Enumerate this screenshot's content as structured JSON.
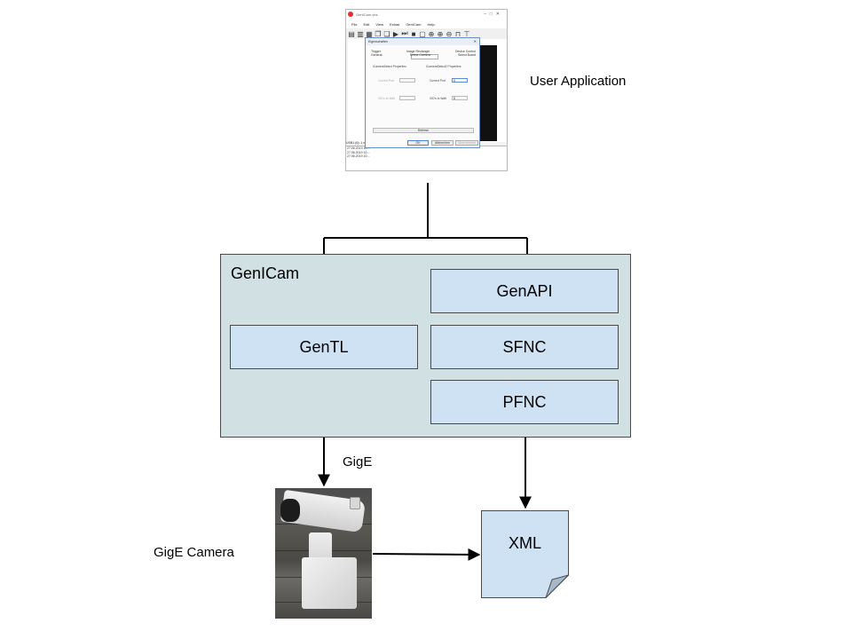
{
  "labels": {
    "user_application": "User Application",
    "genicam": "GenICam",
    "gige": "GigE",
    "gige_camera": "GigE Camera"
  },
  "boxes": {
    "genapi": "GenAPI",
    "gentl": "GenTL",
    "sfnc": "SFNC",
    "pfnc": "PFNC",
    "xml": "XML"
  },
  "colors": {
    "module_fill": "#cfe2f3",
    "container_fill": "#d0e0e3",
    "border": "#4a4a4a",
    "arrow": "#000000"
  },
  "app_window": {
    "title": "GenICam.vbs",
    "menu": [
      "File",
      "Edit",
      "View",
      "Extras",
      "GenICam",
      "Help"
    ],
    "status": "USB1 (0): 1 x x1",
    "log_lines": [
      "27.06.2019 10:...",
      "27.06.2019 10:...",
      "27.06.2019 10:..."
    ],
    "dialog": {
      "title": "Eigenschaften",
      "close": "✕",
      "tabs_row1": [
        "Trigger",
        "Image Rectangle",
        "Device Control"
      ],
      "tabs_row2": [
        "General",
        "Select Camera",
        "Select Board"
      ],
      "section_left": "ICameraSelect Properties",
      "section_right": "ICameraSelect2 Properties",
      "left_fields": [
        "Current Port",
        "VID's to Wait"
      ],
      "right_fields": [
        "Current Port",
        "VID's to Wait"
      ],
      "right_values": [
        "0",
        "0"
      ],
      "refresh": "Refresh",
      "buttons": [
        "OK",
        "Abbrechen",
        "Übernehmen"
      ]
    }
  }
}
